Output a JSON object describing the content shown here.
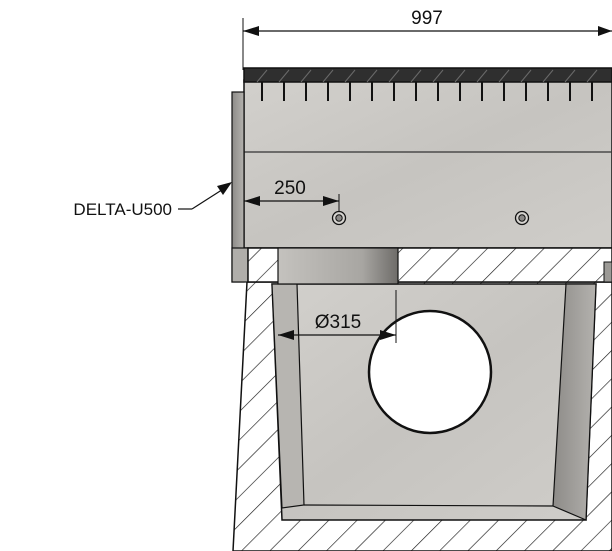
{
  "drawing": {
    "overall_width": "997",
    "bolt_offset": "250",
    "pipe_diameter": "Ø315",
    "product_label": "DELTA-U500"
  },
  "colors": {
    "concrete": "#c9c7c3",
    "concrete_dark": "#9f9d99",
    "grate": "#3a3a3a",
    "line": "#111111",
    "background": "#ffffff"
  }
}
